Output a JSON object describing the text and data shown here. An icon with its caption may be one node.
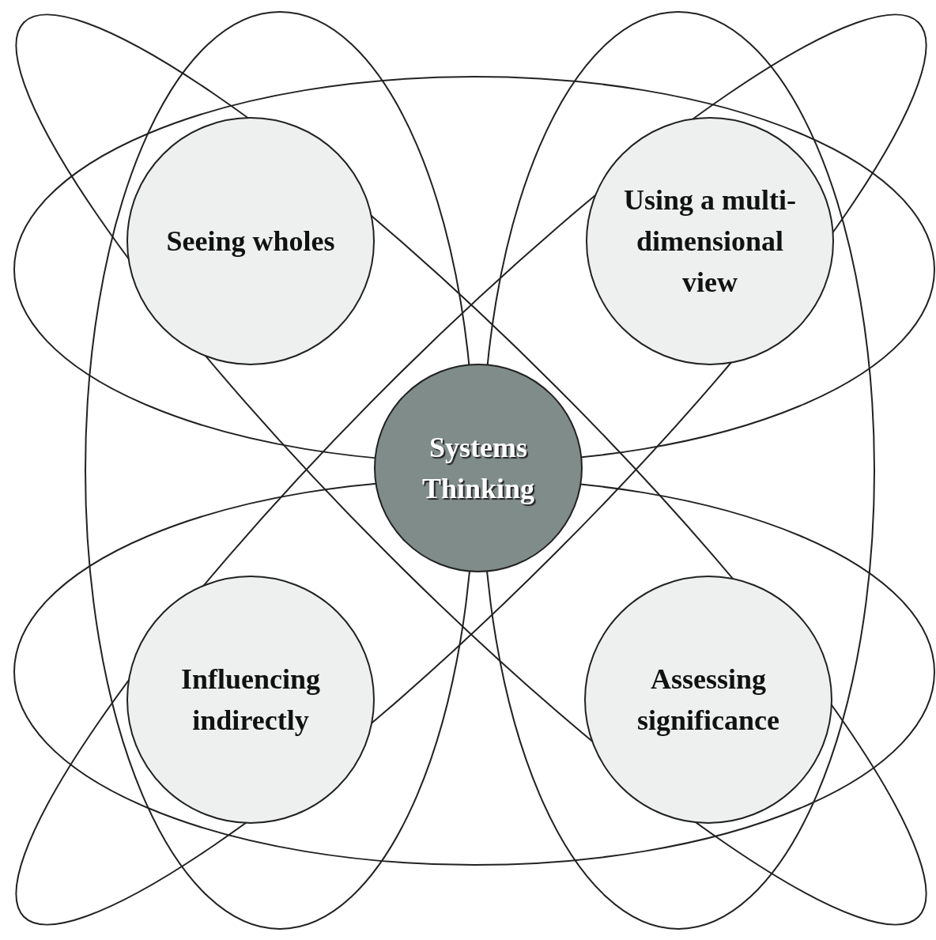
{
  "diagram": {
    "nodes": [
      {
        "text": [
          "Systems Thinking"
        ]
      },
      {
        "text": [
          "Seeing wholes"
        ]
      },
      {
        "text": [
          "Using a multi-dimensional view"
        ]
      },
      {
        "text": [
          "Influencing indirectly"
        ]
      },
      {
        "text": [
          "Assessing significance"
        ]
      }
    ]
  }
}
